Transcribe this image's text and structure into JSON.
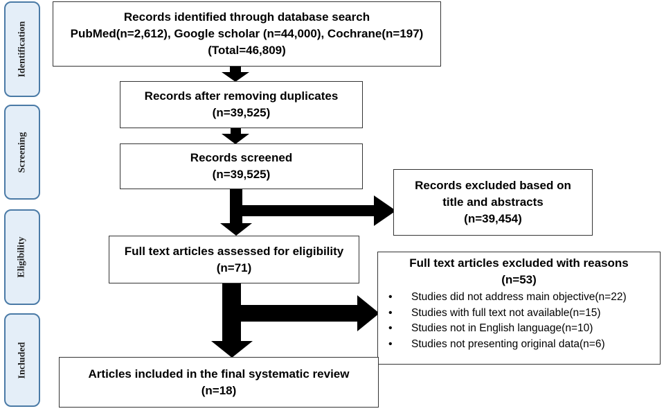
{
  "stages": {
    "identification": "Identification",
    "screening": "Screening",
    "eligibility": "Eligibility",
    "included": "Included"
  },
  "boxes": {
    "identified": {
      "line1": "Records identified through database search",
      "line2": "PubMed(n=2,612), Google scholar (n=44,000), Cochrane(n=197)",
      "line3": "(Total=46,809)"
    },
    "duplicates": {
      "line1": "Records after removing duplicates",
      "line2": "(n=39,525)"
    },
    "screened": {
      "line1": "Records screened",
      "line2": "(n=39,525)"
    },
    "excluded_title": {
      "line1": "Records excluded based on",
      "line2": "title and abstracts",
      "line3": "(n=39,454)"
    },
    "fulltext": {
      "line1": "Full text articles assessed for eligibility",
      "line2": "(n=71)"
    },
    "excluded_reasons": {
      "title": "Full text articles excluded with reasons",
      "count": "(n=53)",
      "bullet": "•",
      "items": [
        "Studies did not address main objective(n=22)",
        "Studies with full text not available(n=15)",
        "Studies not in English language(n=10)",
        "Studies not presenting original data(n=6)"
      ]
    },
    "included": {
      "line1": "Articles included in the final systematic review",
      "line2": "(n=18)"
    }
  },
  "colors": {
    "stage_fill": "#e4eef8",
    "stage_border": "#4a7aa6",
    "arrow": "#000000"
  }
}
